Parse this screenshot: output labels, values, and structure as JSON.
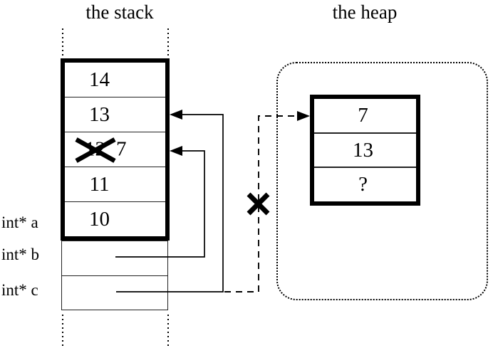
{
  "diagram": {
    "stack": {
      "title": "the stack",
      "cells": [
        {
          "value": "14"
        },
        {
          "value": "13"
        },
        {
          "old": "12",
          "new": "7"
        },
        {
          "value": "11"
        },
        {
          "value": "10"
        }
      ],
      "labels": {
        "a": "int* a",
        "b": "int* b",
        "c": "int* c"
      }
    },
    "heap": {
      "title": "the heap",
      "cells": [
        {
          "value": "7"
        },
        {
          "value": "13"
        },
        {
          "value": "?"
        }
      ]
    },
    "colors": {
      "ink": "#000000",
      "background": "#ffffff"
    }
  }
}
